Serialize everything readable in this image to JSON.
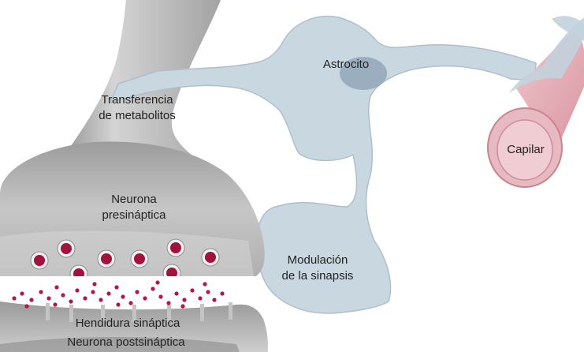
{
  "labels": {
    "astrocyte": "Astrocito",
    "metabolite_transfer": [
      "Transferencia",
      "de metabolitos"
    ],
    "capillary": "Capilar",
    "presynaptic_neuron": [
      "Neurona",
      "presináptica"
    ],
    "synapse_modulation": [
      "Modulación",
      "de la sinapsis"
    ],
    "synaptic_cleft": "Hendidura sináptica",
    "postsynaptic_neuron": "Neurona postsináptica"
  },
  "colors": {
    "astrocyte": "#c9d7e1",
    "astrocyte_nucleus": "#9aaebf",
    "neuron": "#b9b9b9",
    "capillary": "#e5b3ba",
    "vesicle_content": "#a3123d",
    "neurotransmitter": "#b0174a"
  }
}
